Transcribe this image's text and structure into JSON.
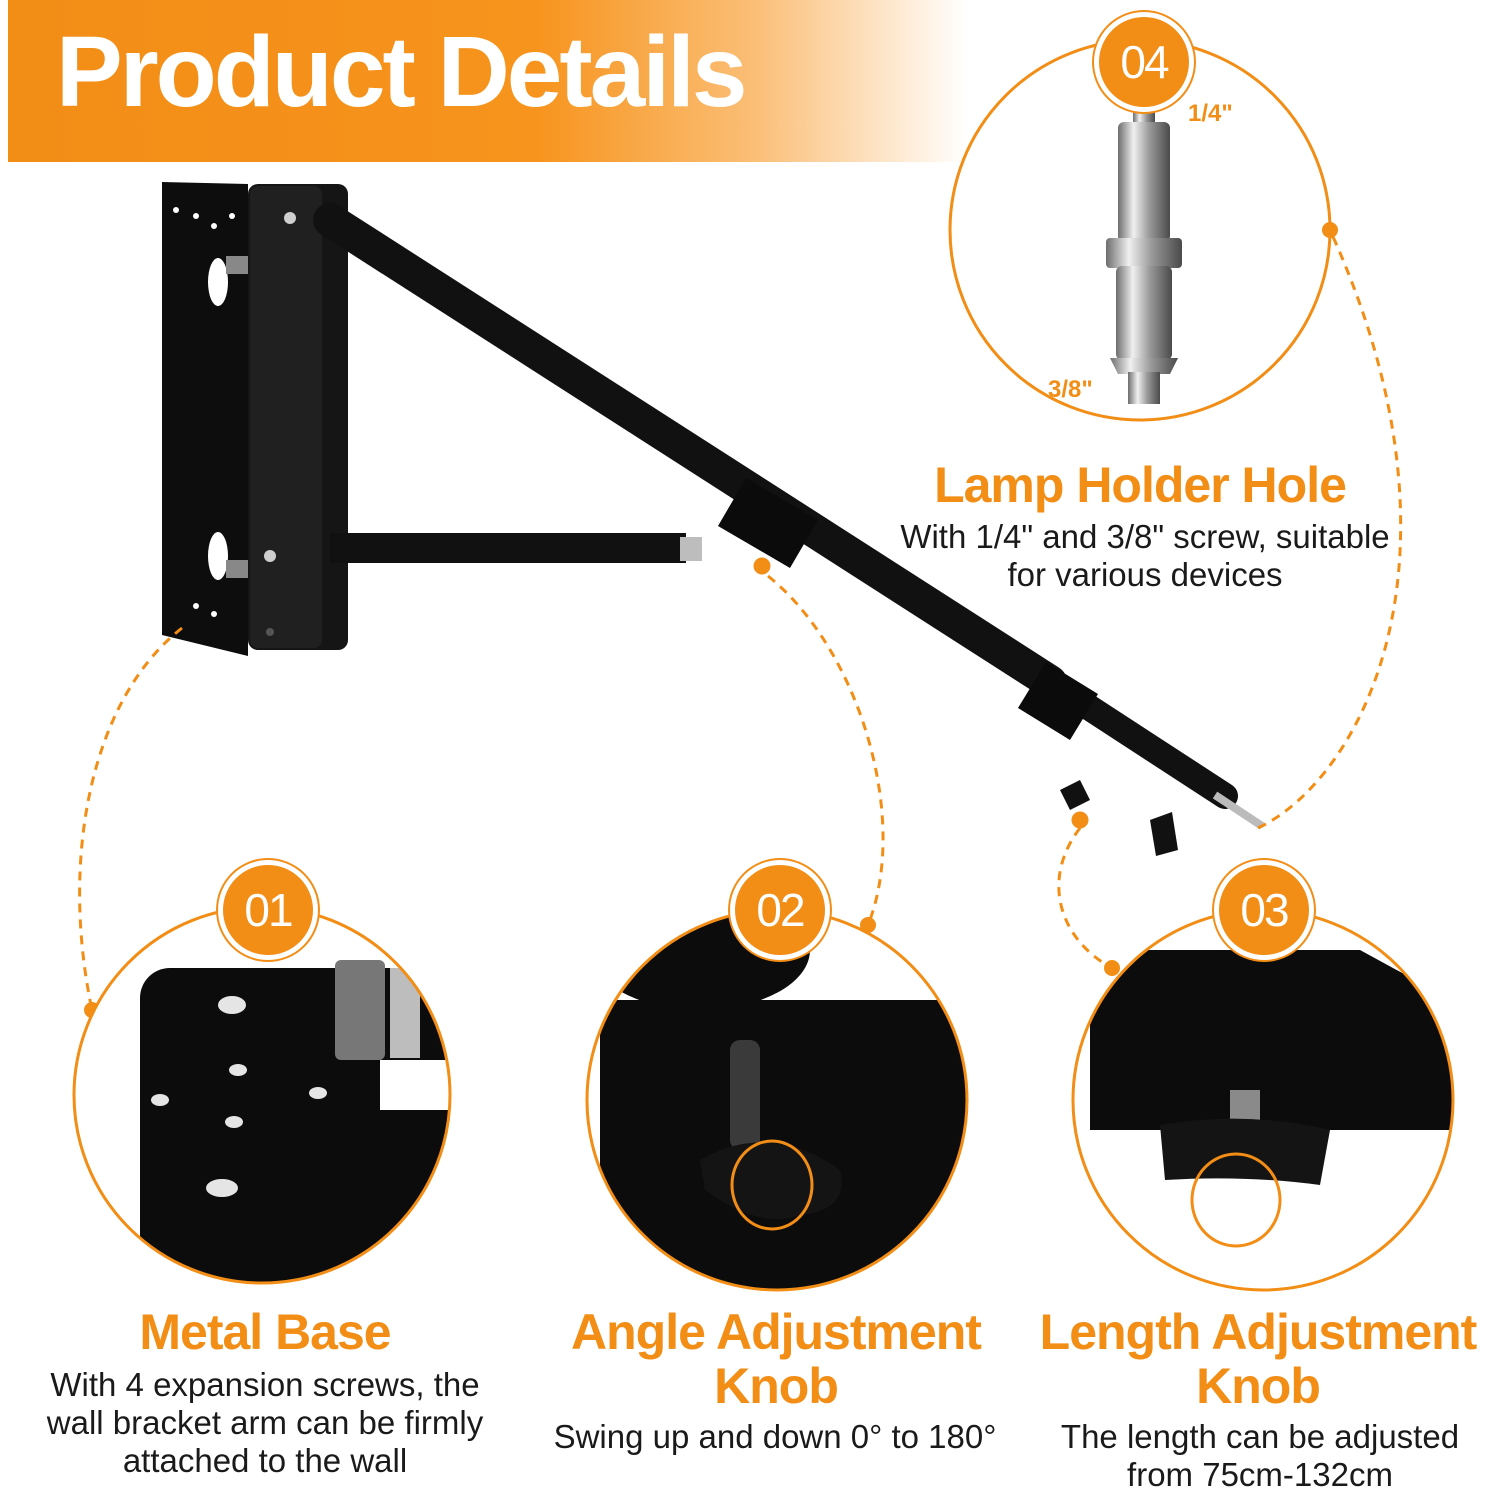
{
  "banner": {
    "title": "Product Details"
  },
  "features": [
    {
      "number": "01",
      "title": "Metal Base",
      "description": "With 4 expansion screws, the wall bracket arm can be firmly attached to the wall"
    },
    {
      "number": "02",
      "title": "Angle Adjustment Knob",
      "description": "Swing up and down 0° to 180°"
    },
    {
      "number": "03",
      "title": "Length Adjustment Knob",
      "description": "The length can be adjusted from 75cm-132cm"
    },
    {
      "number": "04",
      "title": "Lamp Holder Hole",
      "description": "With 1/4\" and 3/8\" screw, suitable for various devices"
    }
  ],
  "spigot_labels": {
    "top": "1/4\"",
    "bottom": "3/8\""
  },
  "colors": {
    "accent": "#f28d16",
    "product": "#111111",
    "text": "#1a1a1a"
  }
}
